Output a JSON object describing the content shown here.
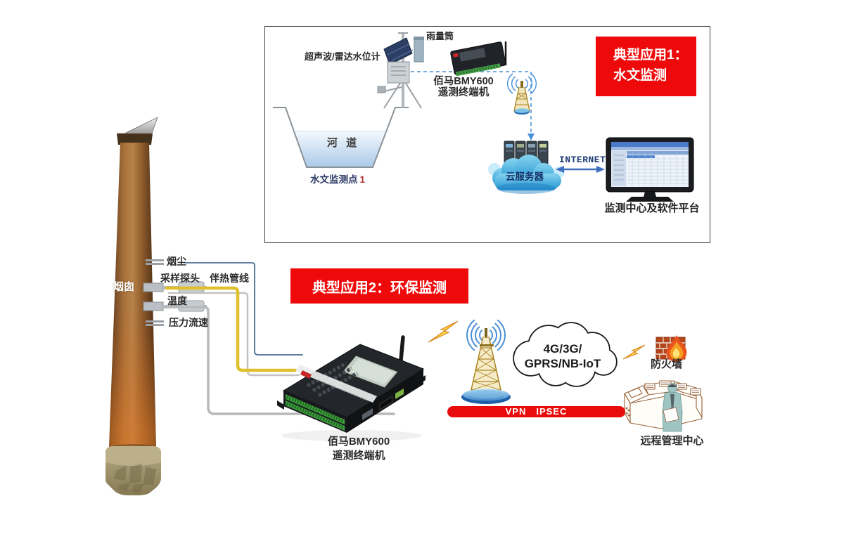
{
  "app1": {
    "badge": {
      "line1": "典型应用1：",
      "line2": "水文监测"
    },
    "sensor_station_label": "超声波/雷达水位计",
    "rain_gauge_label": "雨量筒",
    "rtu_name": "佰马BMY600",
    "rtu_type": "遥测终端机",
    "river_label": "河 道",
    "site_label": "水文监测点",
    "site_index": "1",
    "cloud_server_label": "云服务器",
    "internet_label": "INTERNET",
    "monitor_label": "监测中心及软件平台"
  },
  "app2": {
    "badge": "典型应用2：环保监测",
    "chimney_label": "烟囱",
    "sensors": {
      "dust": "烟尘",
      "probe": "采样探头　伴热管线",
      "temperature": "温度",
      "pressure_flow": "压力流速"
    },
    "rtu_name": "佰马BMY600",
    "rtu_type": "遥测终端机",
    "network_cloud": {
      "line1": "4G/3G/",
      "line2": "GPRS/NB-IoT"
    },
    "vpn_label": "VPN　IPSEC",
    "firewall_label": "防火墙",
    "management_center_label": "远程管理中心"
  },
  "colors": {
    "accent_red": "#ee0a0a",
    "dashed_link_blue": "#4a90d9",
    "cable_yellow": "#dfc02a",
    "cable_blue": "#4a6e96",
    "cloud_blue": "#2493cf"
  }
}
